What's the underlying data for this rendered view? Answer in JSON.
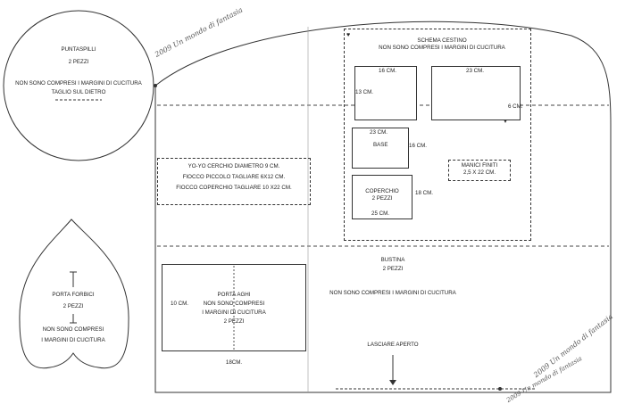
{
  "puntaspilli": {
    "title": "PUNTASPILLI",
    "count": "2 PEZZI",
    "note": "NON SONO COMPRESI  I MARGINI DI CUCITURA",
    "cut": "TAGLIO SUL DIETRO"
  },
  "porta_forbici": {
    "title": "PORTA FORBICI",
    "count": "2 PEZZI",
    "note1": "NON SONO COMPRESI",
    "note2": "I MARGINI DI CUCITURA"
  },
  "schema_cestino": {
    "title": "SCHEMA CESTINO",
    "note": "NON SONO COMPRESI  I MARGINI DI CUCITURA",
    "side_w": "16 CM.",
    "side_h": "13 CM.",
    "long_w": "23 CM.",
    "long_h": "6 CM.",
    "base_w": "23 CM.",
    "base_label": "BASE",
    "base_h": "16 CM.",
    "lid_label": "COPERCHIO",
    "lid_count": "2 PEZZI",
    "lid_h": "18 CM.",
    "lid_w": "25  CM."
  },
  "manici": {
    "line1": "MANICI FINITI",
    "line2": "2,5 X 22 CM."
  },
  "yoyo": {
    "line1": "YO-YO CERCHIO DIAMETRO 9 CM.",
    "line2": "FIOCCO PICCOLO TAGLIARE  6X12 CM.",
    "line3": "FIOCCO COPERCHIO  TAGLIARE 10 X22 CM."
  },
  "porta_aghi": {
    "height": "10 CM.",
    "title": "PORTA AGHI",
    "note1": "NON SONO COMPRESI",
    "note2": "I MARGINI DI CUCITURA",
    "count": "2 PEZZI",
    "width": "18CM."
  },
  "bustina": {
    "title": "BUSTINA",
    "count": "2 PEZZI",
    "note": "NON SONO COMPRESI  I MARGINI DI CUCITURA",
    "open": "LASCIARE APERTO"
  },
  "watermark": {
    "top": "2009 Un mondo di fantasia",
    "right": "2009 Un mondo di fantasia",
    "bottom": "2009 Un mondo di fantasia"
  }
}
